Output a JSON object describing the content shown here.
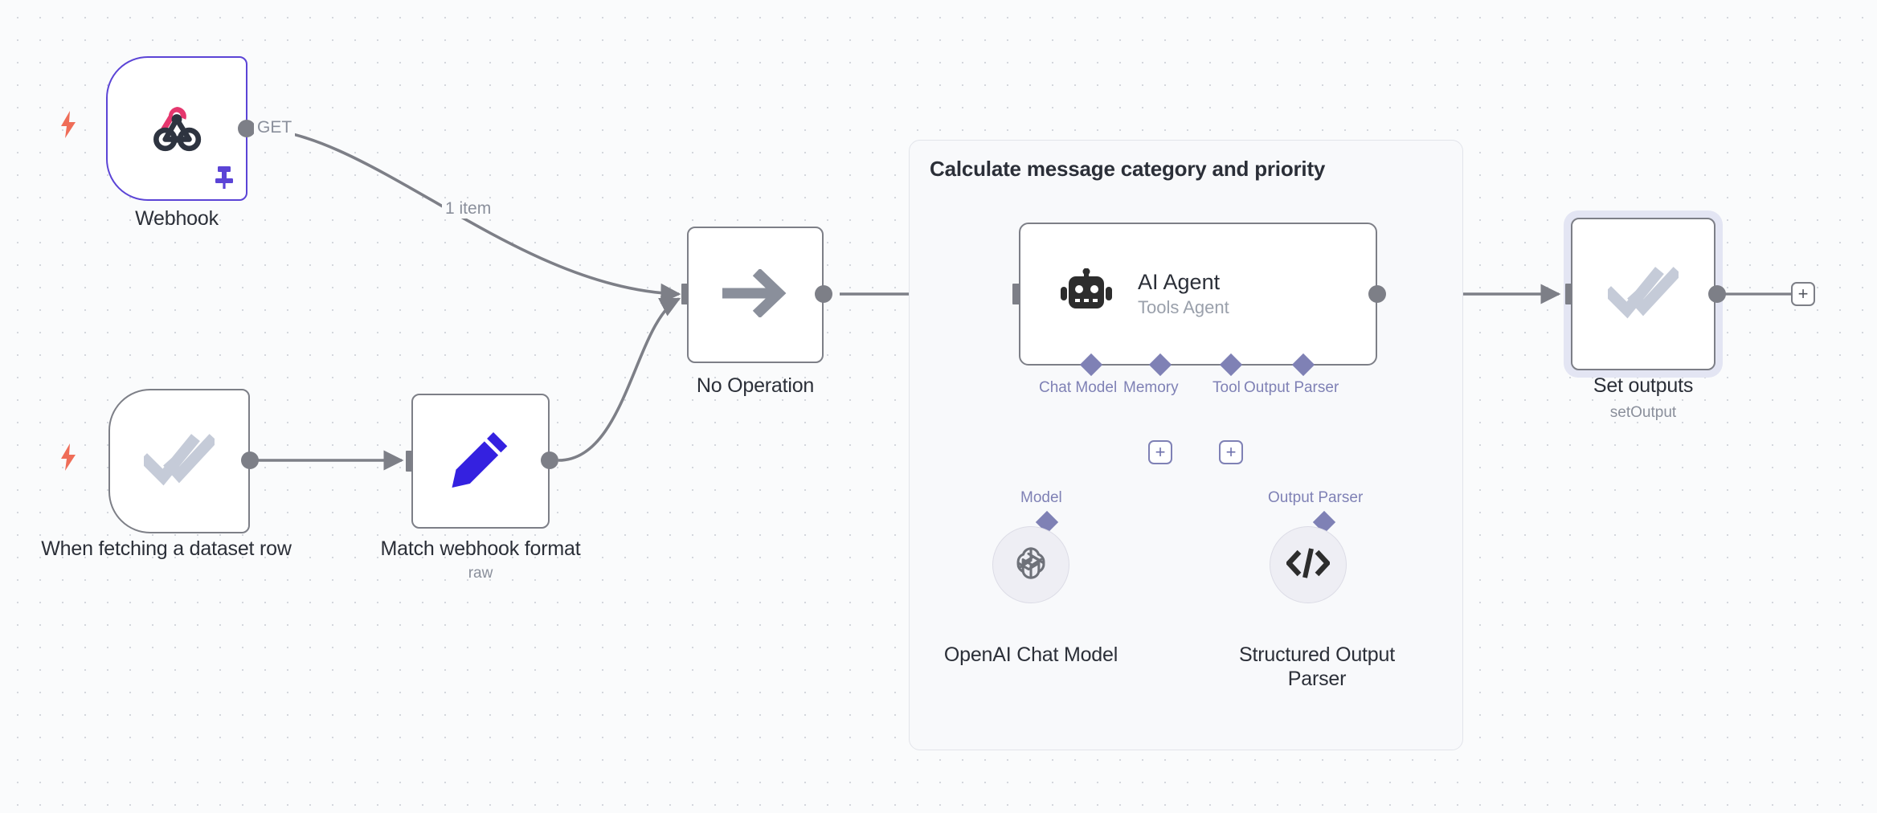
{
  "canvas": {
    "background_color": "#fafbfc",
    "grid_dot_color": "#d4d7dd"
  },
  "nodes": [
    {
      "id": "webhook",
      "title": "Webhook",
      "subtitle": "",
      "icon": "webhook-icon",
      "type": "trigger",
      "pinned": true,
      "accent_color": "#5b44d6"
    },
    {
      "id": "when-fetching-dataset-row",
      "title": "When fetching a dataset row",
      "subtitle": "",
      "icon": "double-check-icon",
      "type": "trigger",
      "pinned": false,
      "accent_color": "#c5cbd8"
    },
    {
      "id": "match-webhook-format",
      "title": "Match webhook format",
      "subtitle": "raw",
      "icon": "pencil-icon",
      "type": "action",
      "accent_color": "#3421e0"
    },
    {
      "id": "no-operation",
      "title": "No Operation",
      "subtitle": "",
      "icon": "arrow-right-icon",
      "type": "action",
      "accent_color": "#8a8f9b"
    },
    {
      "id": "ai-agent",
      "title": "AI Agent",
      "subtitle": "Tools Agent",
      "icon": "robot-icon",
      "type": "agent",
      "accent_color": "#2d2d2d"
    },
    {
      "id": "set-outputs",
      "title": "Set outputs",
      "subtitle": "setOutput",
      "icon": "double-check-icon",
      "type": "action",
      "selected": true,
      "accent_color": "#c5cbd8"
    }
  ],
  "group": {
    "title": "Calculate message category and priority",
    "background_color": "#f8f9fb",
    "border_color": "#e2e4ea"
  },
  "agent_connectors": [
    {
      "label": "Chat Model",
      "has_add_button": false
    },
    {
      "label": "Memory",
      "has_add_button": true
    },
    {
      "label": "Tool",
      "has_add_button": true
    },
    {
      "label": "Output Parser",
      "has_add_button": false
    }
  ],
  "sub_nodes": [
    {
      "id": "openai-chat-model",
      "title": "OpenAI Chat Model",
      "connector_label": "Model",
      "icon": "openai-logo-icon"
    },
    {
      "id": "structured-output-parser",
      "title": "Structured Output Parser",
      "connector_label": "Output Parser",
      "icon": "code-brackets-icon"
    }
  ],
  "edge_labels": {
    "webhook_method": "GET",
    "item_count": "1 item"
  },
  "buttons": {
    "add_node_plus": "+",
    "add_memory_plus": "+",
    "add_tool_plus": "+"
  },
  "colors": {
    "accent_purple": "#7f81b5",
    "node_border": "#7d7f87",
    "webhook_border": "#5b44d6",
    "selection_halo": "#e3e5f3",
    "trigger_bolt": "#ef6d58"
  }
}
